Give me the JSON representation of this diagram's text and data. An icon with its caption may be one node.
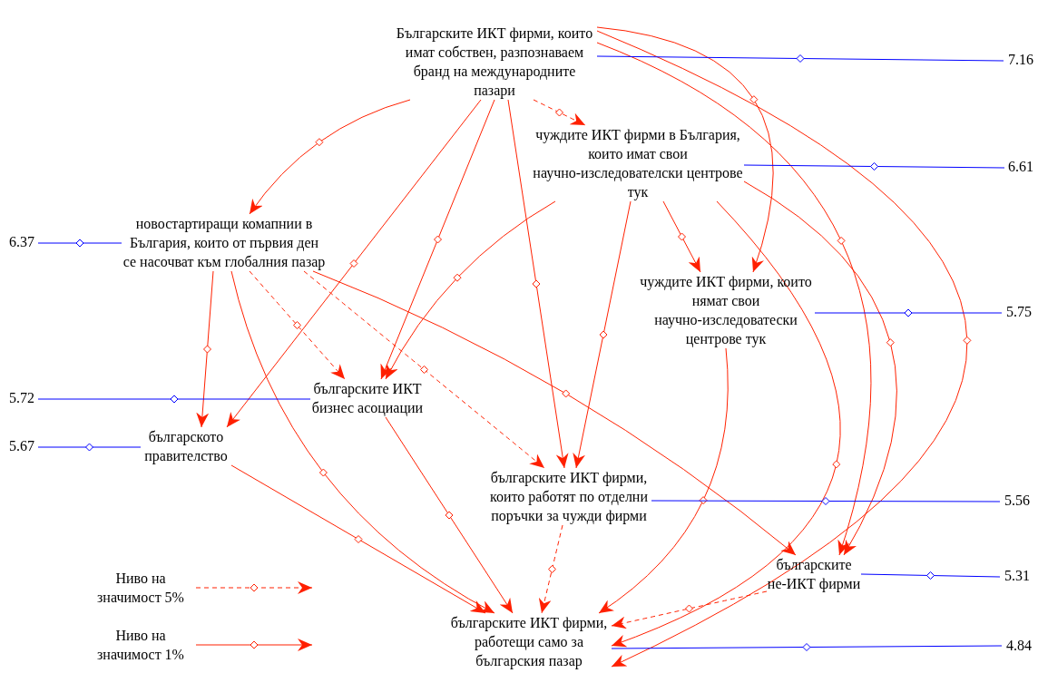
{
  "diagram": {
    "nodes": [
      {
        "text": [
          "Българските ИКТ фирми, които имат собствен, разпознаваем бранд на международните пазари"
        ]
      },
      {
        "text": [
          "чуждите ИКТ фирми в България, които имат свои научно-изследователски центрове тук"
        ]
      },
      {
        "text": [
          "новостартиращи комапнии в България, които от първия ден се насочват към глобалния пазар"
        ]
      },
      {
        "text": [
          "чуждите ИКТ фирми, които нямат свои научно-изследоватески центрове тук"
        ]
      },
      {
        "text": [
          "българските ИКТ бизнес асоциации"
        ]
      },
      {
        "text": [
          "българското правителство"
        ]
      },
      {
        "text": [
          "българските ИКТ фирми, които работят по отделни поръчки за чужди фирми"
        ]
      },
      {
        "text": [
          "българските не-ИКТ фирми"
        ]
      },
      {
        "text": [
          "българските ИКТ фирми, работещи само за българския пазар"
        ]
      },
      {
        "text": [
          "7.16"
        ]
      },
      {
        "text": [
          "6.61"
        ]
      },
      {
        "text": [
          "6.37"
        ]
      },
      {
        "text": [
          "5.75"
        ]
      },
      {
        "text": [
          "5.72"
        ]
      },
      {
        "text": [
          "5.67"
        ]
      },
      {
        "text": [
          "5.56"
        ]
      },
      {
        "text": [
          "5.31"
        ]
      },
      {
        "text": [
          "4.84"
        ]
      }
    ],
    "edges": [
      {
        "from": 0,
        "to": 2,
        "arrow": "to"
      },
      {
        "from": 0,
        "to": 1,
        "arrow": "to",
        "style": "dashed"
      },
      {
        "from": 0,
        "to": 5,
        "arrow": "to"
      },
      {
        "from": 0,
        "to": 4,
        "arrow": "to"
      },
      {
        "from": 0,
        "to": 6,
        "arrow": "to"
      },
      {
        "from": 0,
        "to": 3,
        "arrow": "to"
      },
      {
        "from": 0,
        "to": 7,
        "arrow": "to"
      },
      {
        "from": 0,
        "to": 8,
        "arrow": "to"
      },
      {
        "from": 1,
        "to": 3,
        "arrow": "to"
      },
      {
        "from": 1,
        "to": 4,
        "arrow": "to"
      },
      {
        "from": 1,
        "to": 6,
        "arrow": "to"
      },
      {
        "from": 1,
        "to": 7,
        "arrow": "to"
      },
      {
        "from": 1,
        "to": 8,
        "arrow": "to"
      },
      {
        "from": 2,
        "to": 5,
        "arrow": "to"
      },
      {
        "from": 2,
        "to": 4,
        "arrow": "to",
        "style": "dashed"
      },
      {
        "from": 2,
        "to": 6,
        "arrow": "to",
        "style": "dashed"
      },
      {
        "from": 2,
        "to": 7,
        "arrow": "to"
      },
      {
        "from": 2,
        "to": 8,
        "arrow": "to"
      },
      {
        "from": 3,
        "to": 8,
        "arrow": "to"
      },
      {
        "from": 4,
        "to": 8,
        "arrow": "to"
      },
      {
        "from": 5,
        "to": 8,
        "arrow": "to"
      },
      {
        "from": 6,
        "to": 8,
        "arrow": "to",
        "style": "dashed"
      },
      {
        "from": 7,
        "to": 8,
        "arrow": "to",
        "style": "dashed"
      },
      {
        "from": 0,
        "to": 9,
        "arrow": "none",
        "color": "#0000ff"
      },
      {
        "from": 1,
        "to": 10,
        "arrow": "none",
        "color": "#0000ff"
      },
      {
        "from": 2,
        "to": 11,
        "arrow": "none",
        "color": "#0000ff"
      },
      {
        "from": 3,
        "to": 12,
        "arrow": "none",
        "color": "#0000ff"
      },
      {
        "from": 4,
        "to": 13,
        "arrow": "none",
        "color": "#0000ff"
      },
      {
        "from": 5,
        "to": 14,
        "arrow": "none",
        "color": "#0000ff"
      },
      {
        "from": 6,
        "to": 15,
        "arrow": "none",
        "color": "#0000ff"
      },
      {
        "from": 7,
        "to": 16,
        "arrow": "none",
        "color": "#0000ff"
      },
      {
        "from": 8,
        "to": 17,
        "arrow": "none",
        "color": "#0000ff"
      }
    ],
    "legend": [
      {
        "text": "Ниво на значимост 5%"
      },
      {
        "text": "Ниво на значимост 1%"
      }
    ]
  }
}
